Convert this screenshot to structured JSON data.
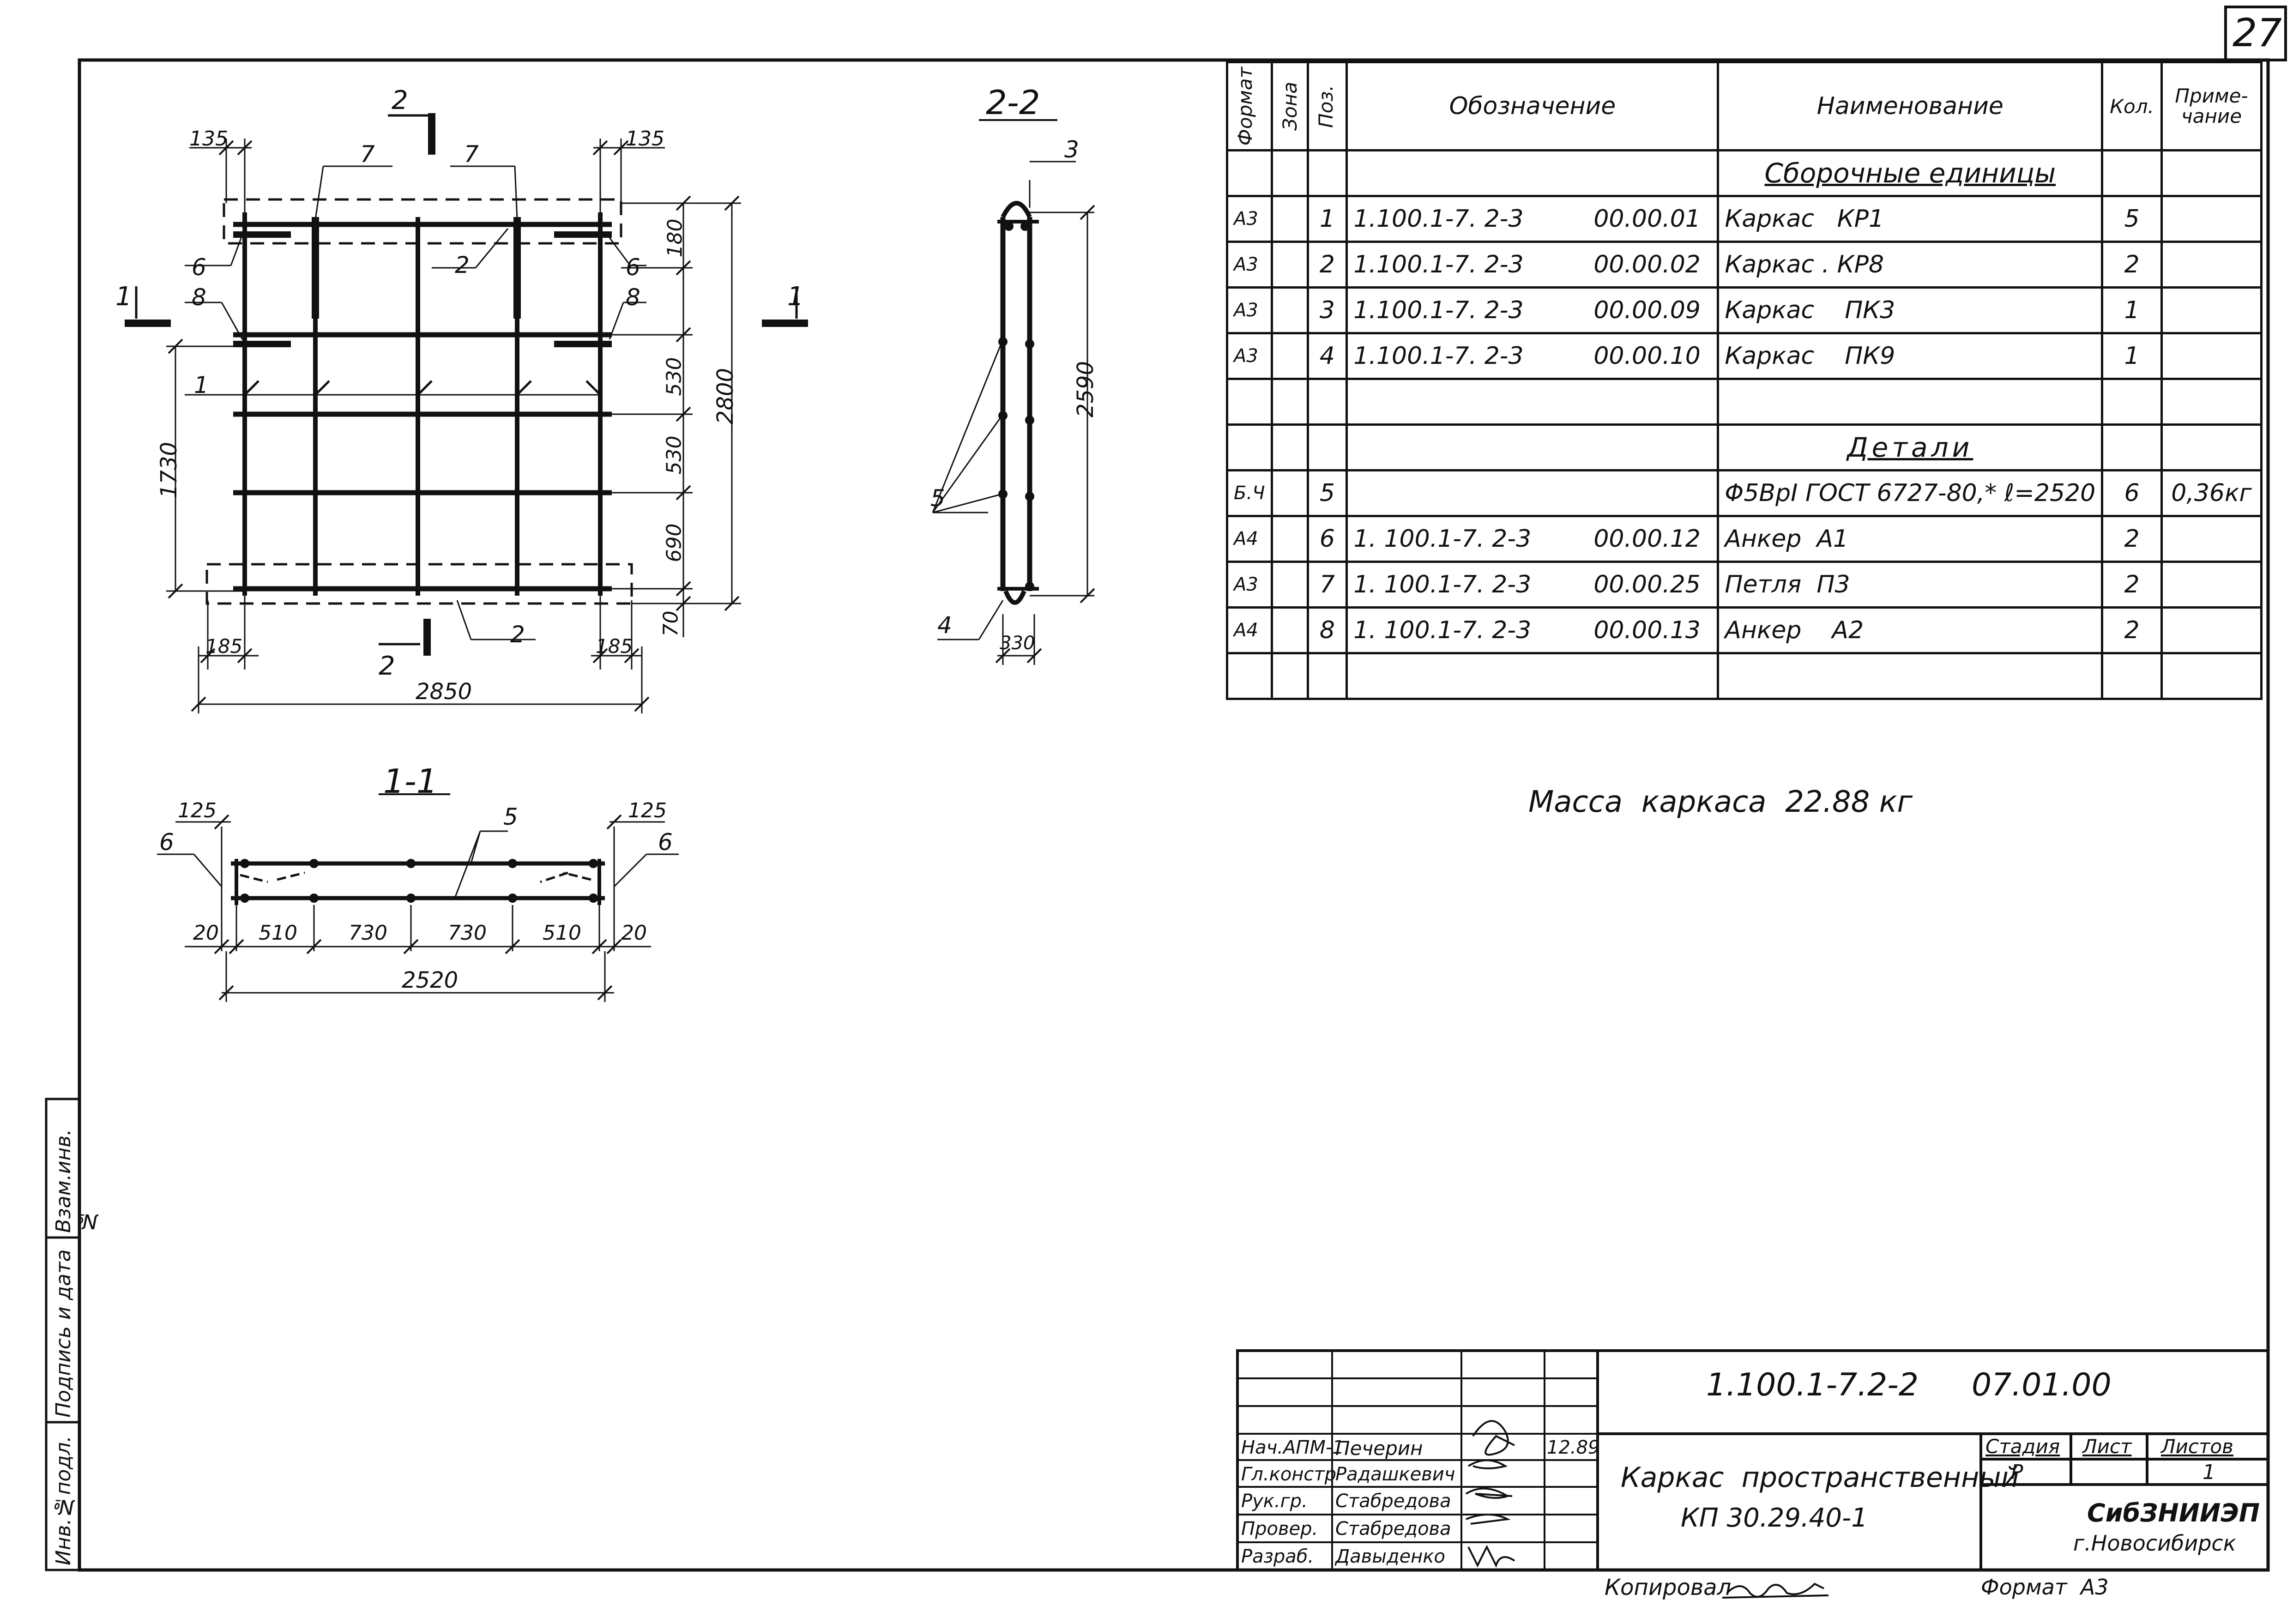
{
  "sheet_number": "27",
  "drawing": {
    "plan_cut_label": "2",
    "plan_cut_label_bottom": "2",
    "section_1_label": "1",
    "section_2_2_title": "2-2",
    "section_1_1_title": "1-1",
    "plan_dims": {
      "d135_left": "135",
      "d135_right": "135",
      "d180": "180",
      "d530a": "530",
      "d530b": "530",
      "d690": "690",
      "d70": "70",
      "d2800": "2800",
      "d1730": "1730",
      "d185_left": "185",
      "d185_right": "185",
      "d2850": "2850"
    },
    "plan_positions": {
      "p7a": "7",
      "p7b": "7",
      "p6_left": "6",
      "p6_right": "6",
      "p8_left": "8",
      "p8_right": "8",
      "p2_top": "2",
      "p2_bottom": "2",
      "p1": "1"
    },
    "section22": {
      "p3": "3",
      "p4": "4",
      "p5": "5",
      "d2590": "2590",
      "d330": "330"
    },
    "section11": {
      "d125_left": "125",
      "d125_right": "125",
      "p5": "5",
      "p6_left": "6",
      "p6_right": "6",
      "dims": [
        "20",
        "510",
        "730",
        "730",
        "510",
        "20"
      ],
      "d2520": "2520"
    }
  },
  "spec_table": {
    "headers": {
      "format": "Формат",
      "zone": "Зона",
      "pos": "Поз.",
      "designation": "Обозначение",
      "name": "Наименование",
      "qty": "Кол.",
      "note": "Приме-\nчание"
    },
    "section_assemblies": "Сборочные единицы",
    "section_details": "Детали",
    "rows_assemblies": [
      {
        "format": "А3",
        "pos": "1",
        "doc": "1.100.1-7. 2-3",
        "code": "00.00.01",
        "name": "Каркас   КР1",
        "qty": "5",
        "note": ""
      },
      {
        "format": "А3",
        "pos": "2",
        "doc": "1.100.1-7. 2-3",
        "code": "00.00.02",
        "name": "Каркас . КР8",
        "qty": "2",
        "note": ""
      },
      {
        "format": "А3",
        "pos": "3",
        "doc": "1.100.1-7. 2-3",
        "code": "00.00.09",
        "name": "Каркас    ПК3",
        "qty": "1",
        "note": ""
      },
      {
        "format": "А3",
        "pos": "4",
        "doc": "1.100.1-7. 2-3",
        "code": "00.00.10",
        "name": "Каркас    ПК9",
        "qty": "1",
        "note": ""
      }
    ],
    "rows_details": [
      {
        "format": "Б.Ч",
        "pos": "5",
        "doc": "",
        "code": "",
        "name": "Φ5ВрI ГОСТ 6727-80,* ℓ=2520",
        "qty": "6",
        "note": "0,36кг"
      },
      {
        "format": "А4",
        "pos": "6",
        "doc": "1. 100.1-7. 2-3",
        "code": "00.00.12",
        "name": "Анкер  А1",
        "qty": "2",
        "note": ""
      },
      {
        "format": "А3",
        "pos": "7",
        "doc": "1. 100.1-7. 2-3",
        "code": "00.00.25",
        "name": "Петля  П3",
        "qty": "2",
        "note": ""
      },
      {
        "format": "А4",
        "pos": "8",
        "doc": "1. 100.1-7. 2-3",
        "code": "00.00.13",
        "name": "Анкер    А2",
        "qty": "2",
        "note": ""
      }
    ]
  },
  "mass_note": "Масса  каркаса  22.88 кг",
  "title_block": {
    "doc_number": "1.100.1-7.2-2",
    "doc_code": "07.01.00",
    "title_line1": "Каркас  пространственный",
    "title_line2": "КП 30.29.40-1",
    "stage_label": "Стадия",
    "sheet_label": "Лист",
    "sheets_label": "Листов",
    "stage_value": "Р",
    "sheets_value": "1",
    "org_name": "СибЗНИИЭП",
    "org_city": "г.Новосибирск",
    "date": "12.89",
    "people": [
      {
        "role": "Нач.АПМ-1",
        "name": "Печерин"
      },
      {
        "role": "Гл.констр",
        "name": "Радашкевич"
      },
      {
        "role": "Рук.гр.",
        "name": "Стабредова"
      },
      {
        "role": "Провер.",
        "name": "Стабредова"
      },
      {
        "role": "Разраб.",
        "name": "Давыденко"
      }
    ]
  },
  "copied_by_label": "Копировал",
  "format_label": "Формат  А3",
  "side_stamp": {
    "inv_orig": "Инв.№подл.",
    "sign_date": "Подпись и дата",
    "inv_replace": "Взам.инв.№"
  }
}
